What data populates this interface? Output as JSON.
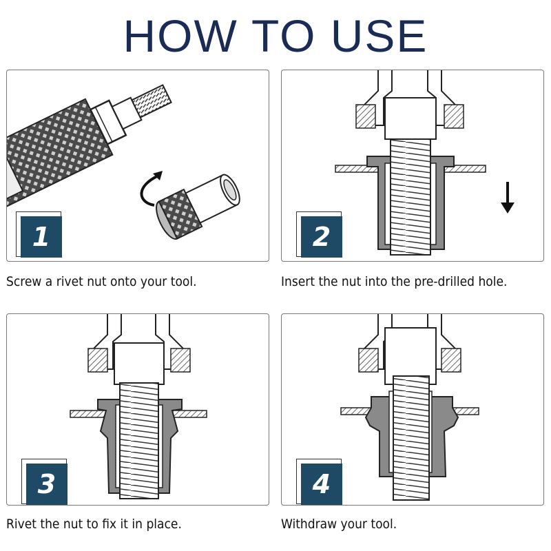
{
  "title": "HOW TO USE",
  "steps": [
    {
      "number": "1",
      "caption": "Screw a rivet nut onto your tool."
    },
    {
      "number": "2",
      "caption": "Insert the nut into the pre-drilled hole."
    },
    {
      "number": "3",
      "caption": "Rivet the nut to fix it in place."
    },
    {
      "number": "4",
      "caption": "Withdraw your tool."
    }
  ],
  "colors": {
    "title": "#1a2b55",
    "badge": "#1f4a66",
    "sleeve": "#8a8a8a"
  }
}
